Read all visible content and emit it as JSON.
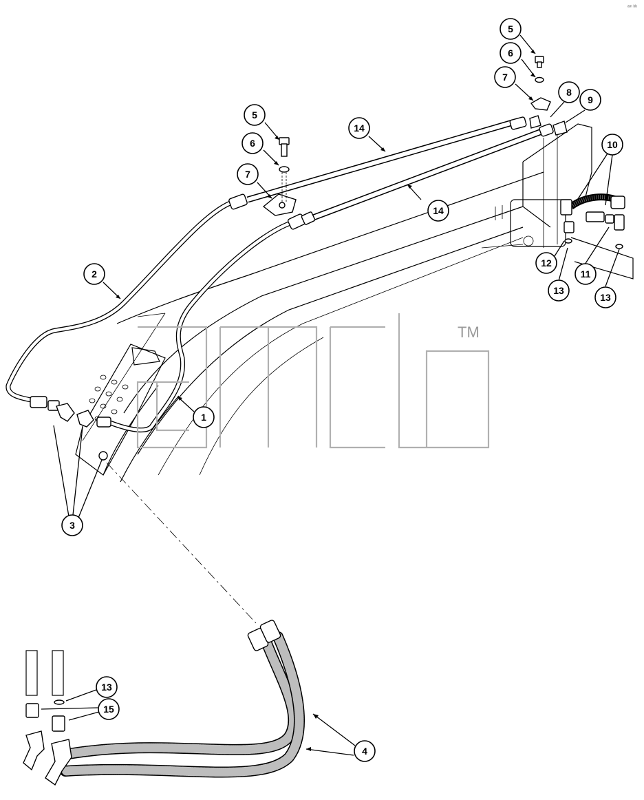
{
  "figure": {
    "watermark_mark": "amcb",
    "watermark_tm": "TM",
    "corner_mark": "ᵃᵐ ᵇᵇ"
  },
  "callouts": [
    {
      "id": "c-1",
      "label": "1"
    },
    {
      "id": "c-2",
      "label": "2"
    },
    {
      "id": "c-3",
      "label": "3"
    },
    {
      "id": "c-4",
      "label": "4"
    },
    {
      "id": "c-5a",
      "label": "5"
    },
    {
      "id": "c-5b",
      "label": "5"
    },
    {
      "id": "c-6a",
      "label": "6"
    },
    {
      "id": "c-6b",
      "label": "6"
    },
    {
      "id": "c-7a",
      "label": "7"
    },
    {
      "id": "c-7b",
      "label": "7"
    },
    {
      "id": "c-8",
      "label": "8"
    },
    {
      "id": "c-9",
      "label": "9"
    },
    {
      "id": "c-10",
      "label": "10"
    },
    {
      "id": "c-11",
      "label": "11"
    },
    {
      "id": "c-12",
      "label": "12"
    },
    {
      "id": "c-13a",
      "label": "13"
    },
    {
      "id": "c-13b",
      "label": "13"
    },
    {
      "id": "c-13c",
      "label": "13"
    },
    {
      "id": "c-14a",
      "label": "14"
    },
    {
      "id": "c-14b",
      "label": "14"
    },
    {
      "id": "c-15",
      "label": "15"
    }
  ]
}
